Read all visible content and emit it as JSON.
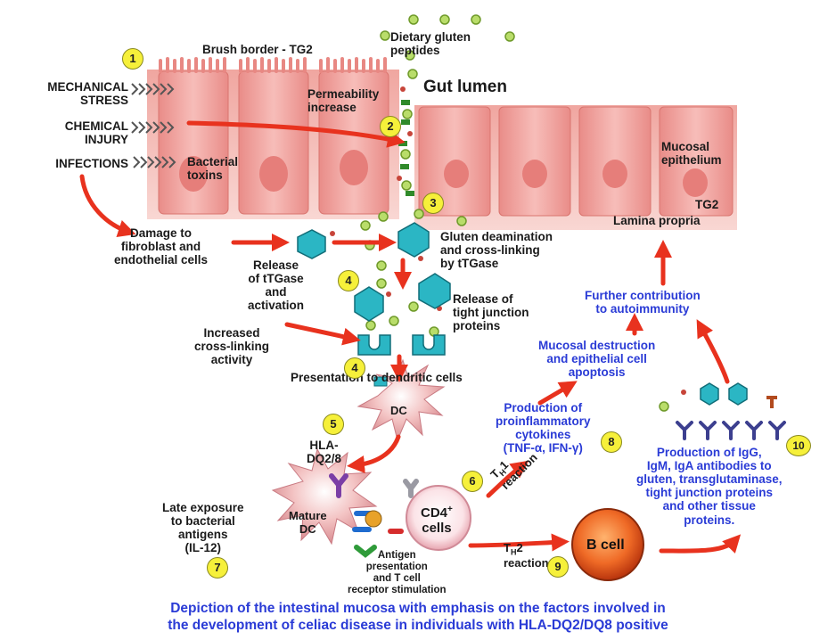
{
  "labels": {
    "brush_border": "Brush border - TG2",
    "dietary_gluten": "Dietary gluten\npeptides",
    "gut_lumen": "Gut lumen",
    "mechanical_stress": "MECHANICAL\nSTRESS",
    "chemical_injury": "CHEMICAL\nINJURY",
    "infections": "INFECTIONS",
    "permeability": "Permeability\nincrease",
    "bacterial_toxins": "Bacterial\ntoxins",
    "mucosal_epithelium": "Mucosal\nepithelium",
    "tg2": "TG2",
    "lamina_propria": "Lamina propria",
    "damage": "Damage to\nfibroblast and\nendothelial cells",
    "release_ttgase": "Release\nof tTGase\nand\nactivation",
    "gluten_deamination": "Gluten deamination\nand cross-linking\nby tTGase",
    "tight_junction": "Release of\ntight junction\nproteins",
    "increased_crosslinking": "Increased\ncross-linking\nactivity",
    "presentation_dc": "Presentation to dendritic cells",
    "dc": "DC",
    "hla": "HLA-\nDQ2/8",
    "late_exposure": "Late exposure\nto bacterial\nantigens\n(IL-12)",
    "mature_dc": "Mature\nDC",
    "cd4_line1": "CD4",
    "cd4_sup": "+",
    "cd4_line2": "cells",
    "antigen_presentation": "Antigen\npresentation\nand T cell\nreceptor stimulation",
    "th1_main": "T",
    "th1_sub": "H",
    "th1_rest": "1\nreaction",
    "th2_main": "T",
    "th2_sub": "H",
    "th2_rest": "2\nreaction",
    "b_cell": "B cell",
    "cytokines": "Production of\nproinflammatory\ncytokines\n(TNF-α, IFN-γ)",
    "mucosal_destruction": "Mucosal destruction\nand epithelial cell\napoptosis",
    "further_contribution": "Further contribution\nto autoimmunity",
    "antibodies": "Production of IgG,\nIgM, IgA antibodies to\ngluten, transglutaminase,\ntight junction proteins\nand other tissue\nproteins."
  },
  "step_numbers": [
    "1",
    "2",
    "3",
    "4",
    "4",
    "5",
    "6",
    "7",
    "8",
    "9",
    "10"
  ],
  "caption": "Depiction of the intestinal mucosa with emphasis on the factors involved in\nthe development of celiac disease in individuals with HLA-DQ2/DQ8 positive",
  "colors": {
    "arrow": "#e8321e",
    "cell_pink": "#f3a9a6",
    "cell_dark": "#e58782",
    "teal": "#2bb6c4",
    "gluten_green": "#b9dd6a",
    "caption_blue": "#2a3bd6",
    "number_yellow": "#f6f03a"
  }
}
